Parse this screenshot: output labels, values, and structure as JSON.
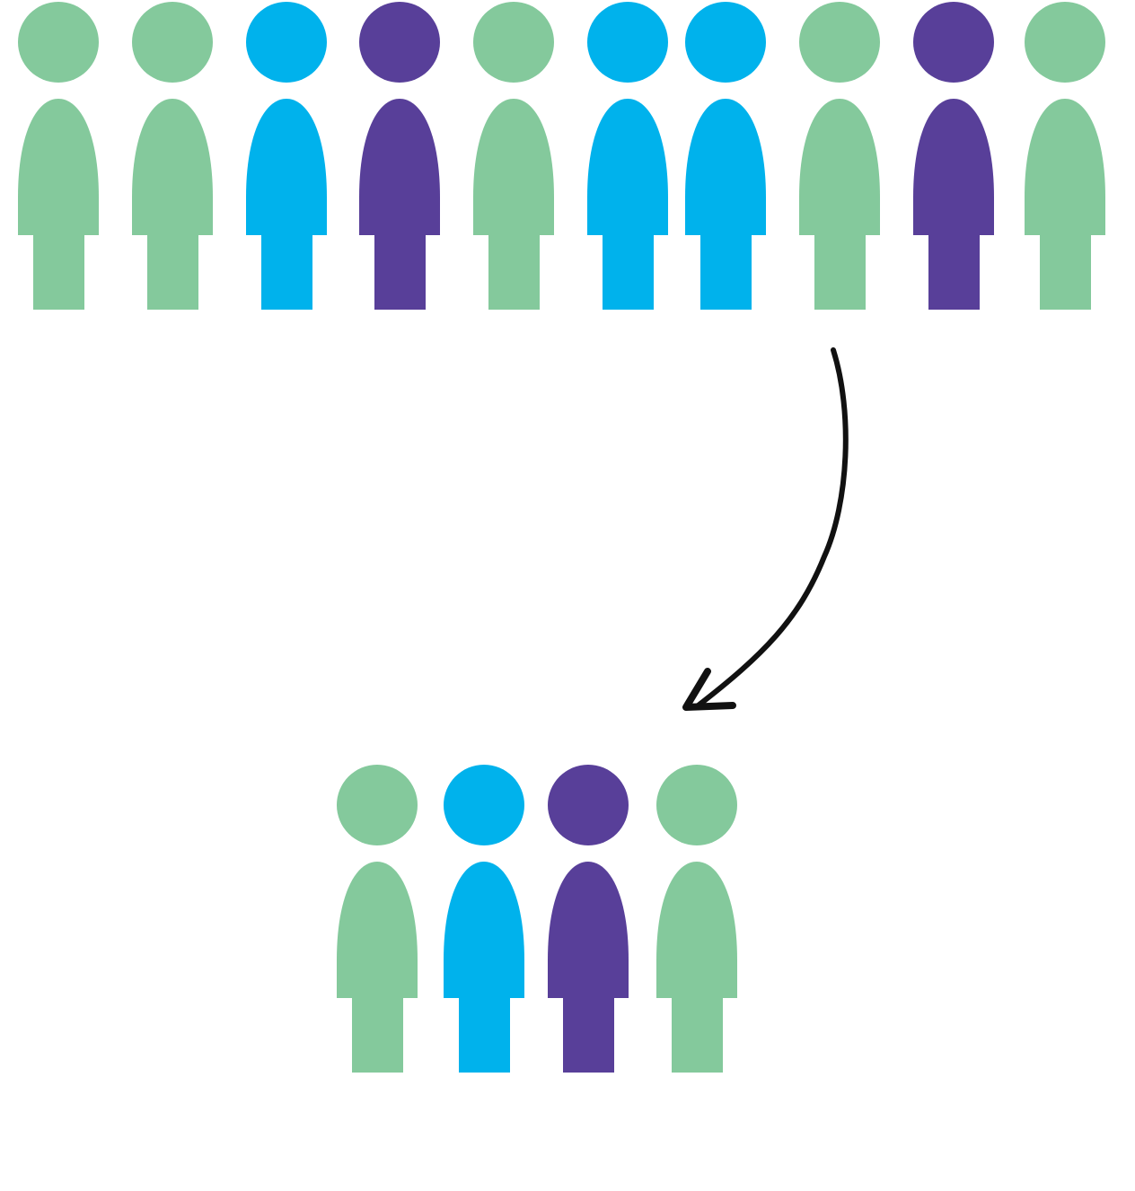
{
  "colors": {
    "green": "#84C99C",
    "blue": "#00B2EC",
    "purple": "#583F99",
    "arrow": "#111111"
  },
  "population": {
    "figures": [
      "green",
      "green",
      "blue",
      "purple",
      "green",
      "blue",
      "blue",
      "green",
      "purple",
      "green"
    ]
  },
  "sample": {
    "figures": [
      "green",
      "blue",
      "purple",
      "green"
    ]
  },
  "arrow": {
    "icon": "curved-arrow-down-left-icon"
  }
}
